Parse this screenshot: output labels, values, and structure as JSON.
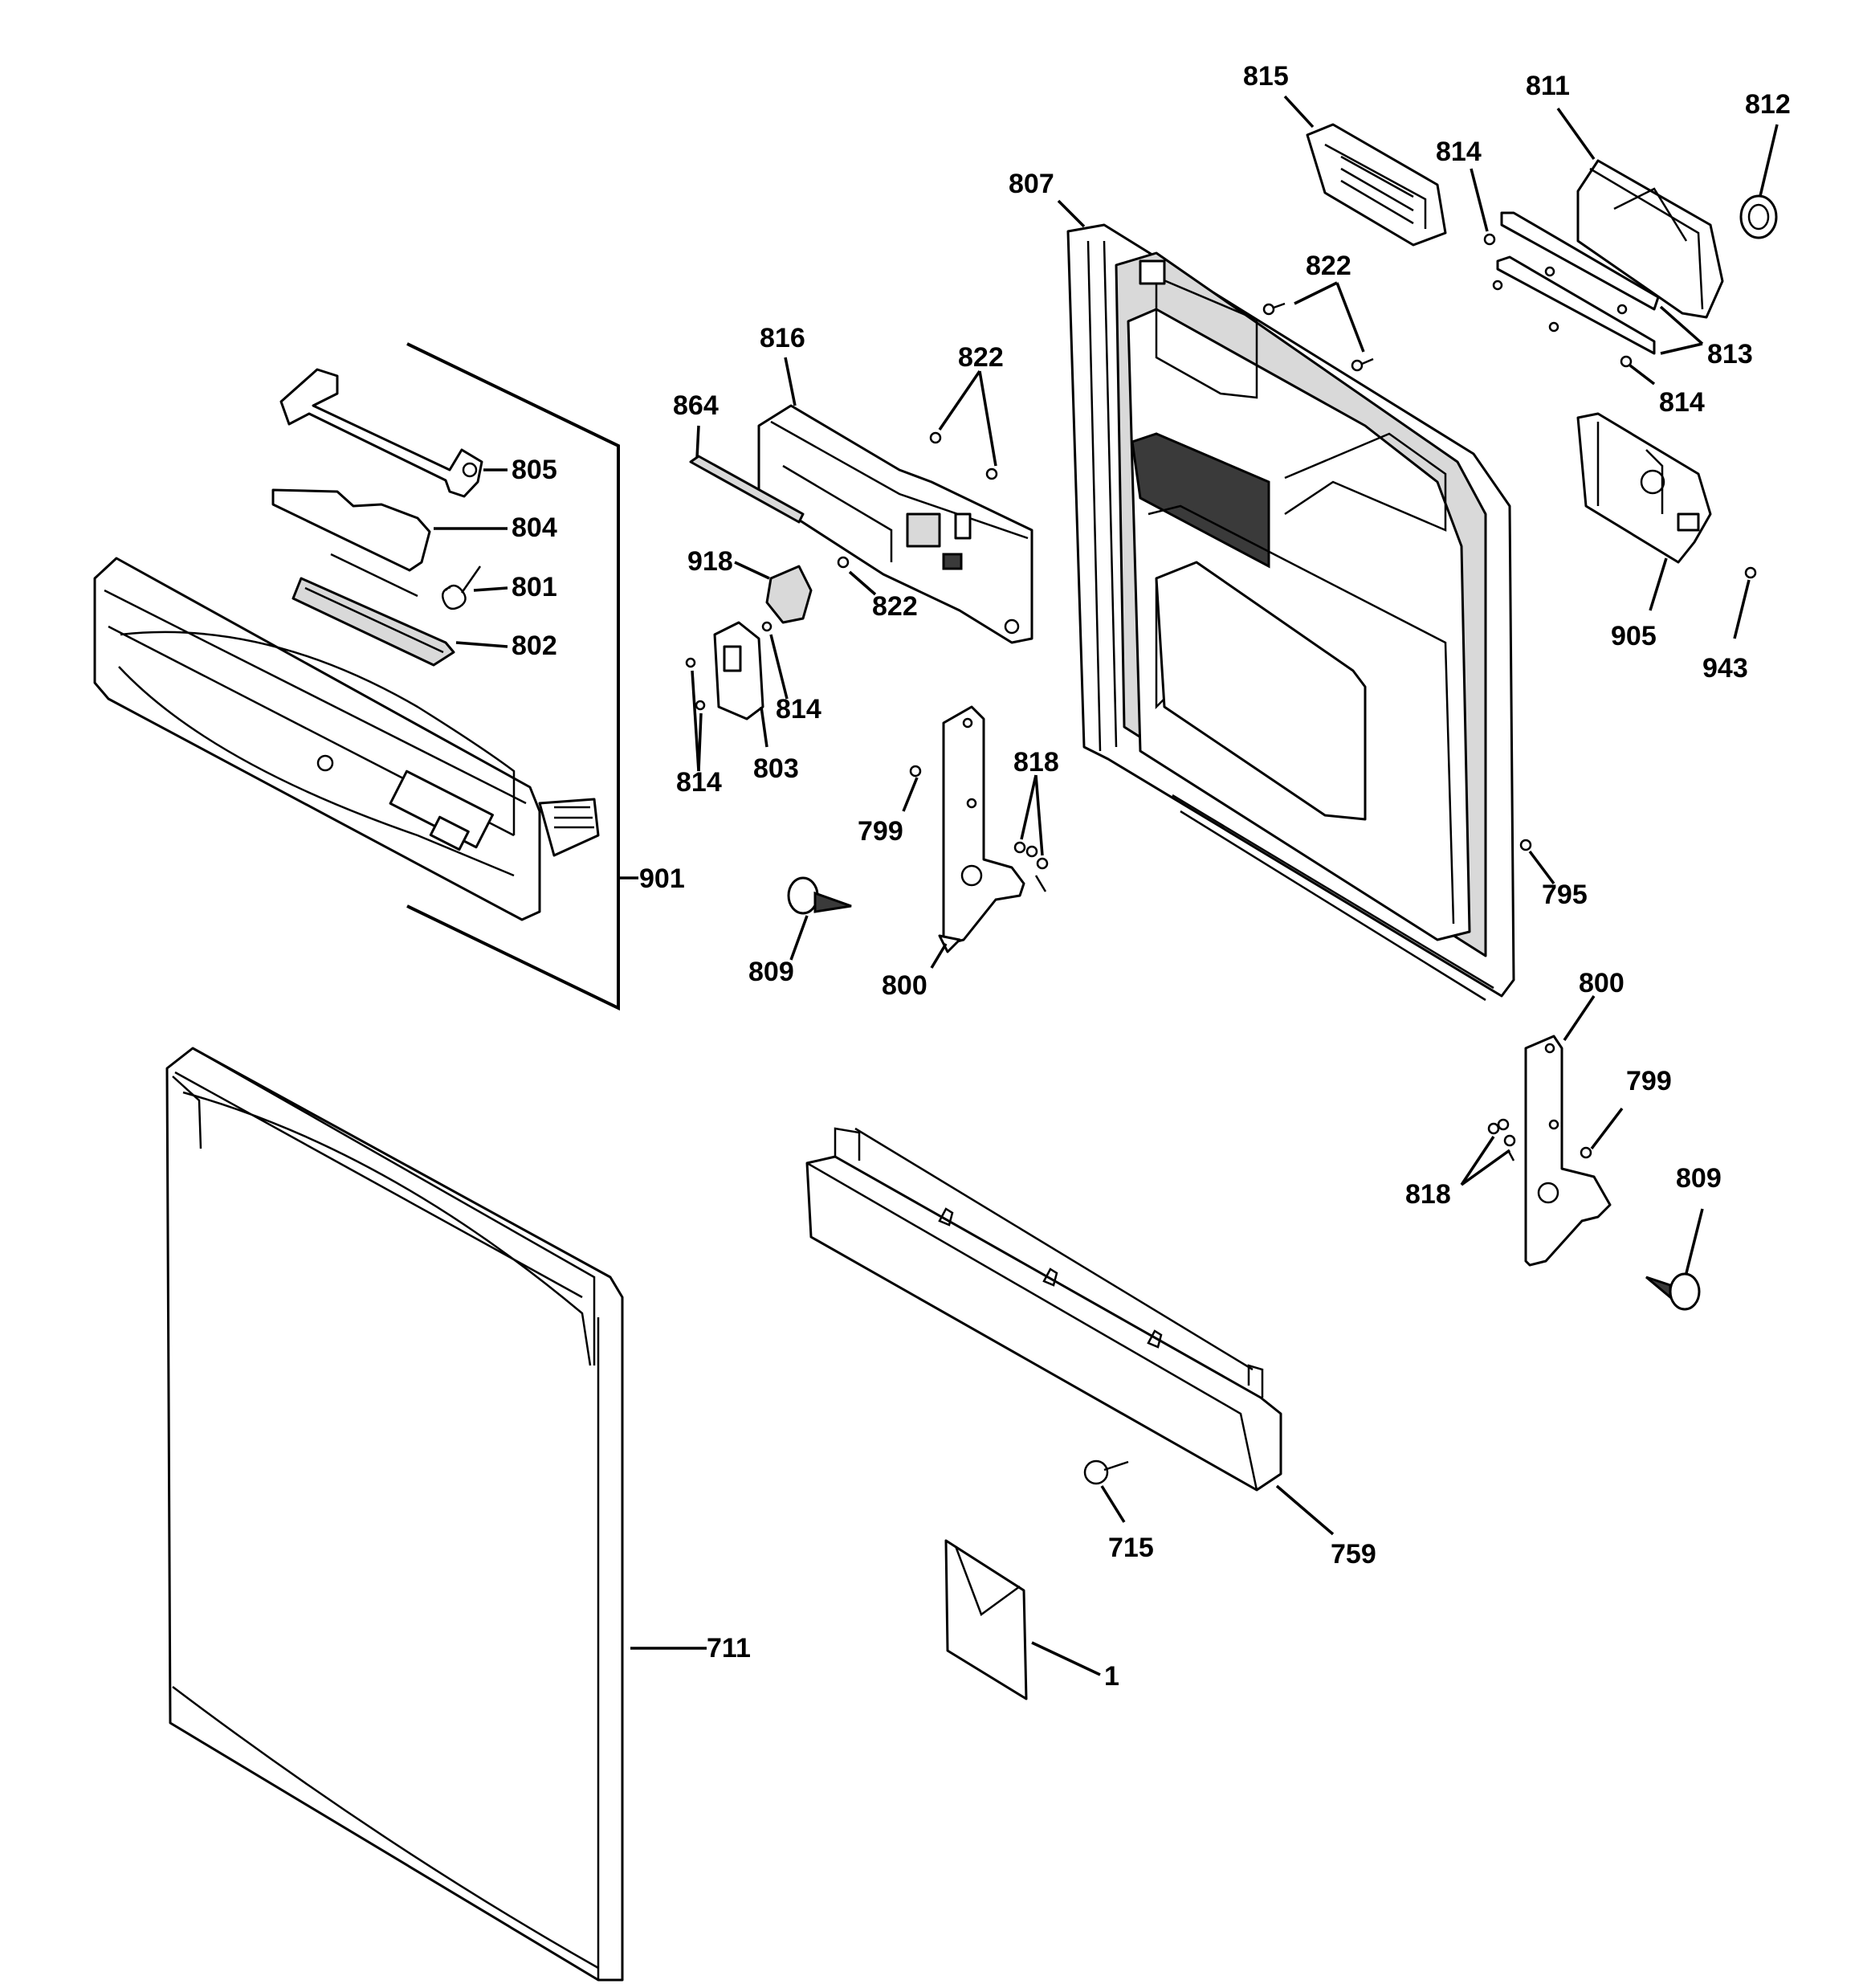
{
  "callouts": {
    "c815": "815",
    "c811": "811",
    "c812": "812",
    "c814a": "814",
    "c807": "807",
    "c822a": "822",
    "c813": "813",
    "c814b": "814",
    "c816": "816",
    "c822b": "822",
    "c864": "864",
    "c805": "805",
    "c804": "804",
    "c801": "801",
    "c802": "802",
    "c918": "918",
    "c822c": "822",
    "c814c": "814",
    "c803": "803",
    "c814d": "814",
    "c905": "905",
    "c943": "943",
    "c818a": "818",
    "c799a": "799",
    "c901": "901",
    "c795": "795",
    "c809a": "809",
    "c800a": "800",
    "c800b": "800",
    "c799b": "799",
    "c818b": "818",
    "c809b": "809",
    "c715": "715",
    "c759": "759",
    "c711": "711",
    "c1": "1"
  }
}
